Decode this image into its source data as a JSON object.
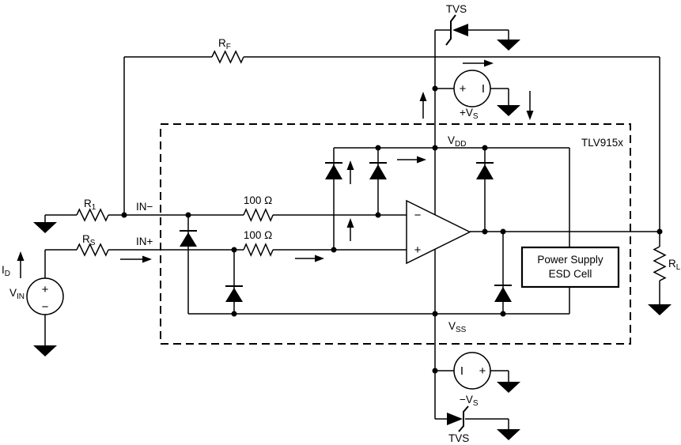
{
  "diagram": {
    "chip": "TLV915x",
    "esd_cell": {
      "line1": "Power Supply",
      "line2": "ESD Cell"
    }
  },
  "labels": {
    "tvs_top": "TVS",
    "tvs_bottom": "TVS",
    "in_minus": "IN−",
    "in_plus": "IN+",
    "r100_top": "100 Ω",
    "r100_bottom": "100 Ω",
    "rf": {
      "base": "R",
      "sub": "F"
    },
    "r1": {
      "base": "R",
      "sub": "1"
    },
    "rs": {
      "base": "R",
      "sub": "S"
    },
    "rl": {
      "base": "R",
      "sub": "L"
    },
    "vin": {
      "base": "V",
      "sub": "IN"
    },
    "id": {
      "base": "I",
      "sub": "D"
    },
    "vdd": {
      "base": "V",
      "sub": "DD"
    },
    "vss": {
      "base": "V",
      "sub": "SS"
    },
    "vs_pos": {
      "base": "+V",
      "sub": "S"
    },
    "vs_neg": {
      "base": "−V",
      "sub": "S"
    },
    "opamp": {
      "inverting": "−",
      "noninverting": "+"
    },
    "source_vin": {
      "top": "+",
      "bottom": "−"
    },
    "source_vs_pos": {
      "left": "+",
      "right": "I"
    },
    "source_vs_neg": {
      "left": "I",
      "right": "+"
    }
  },
  "colors": {
    "line": "#000000",
    "background": "#ffffff"
  }
}
